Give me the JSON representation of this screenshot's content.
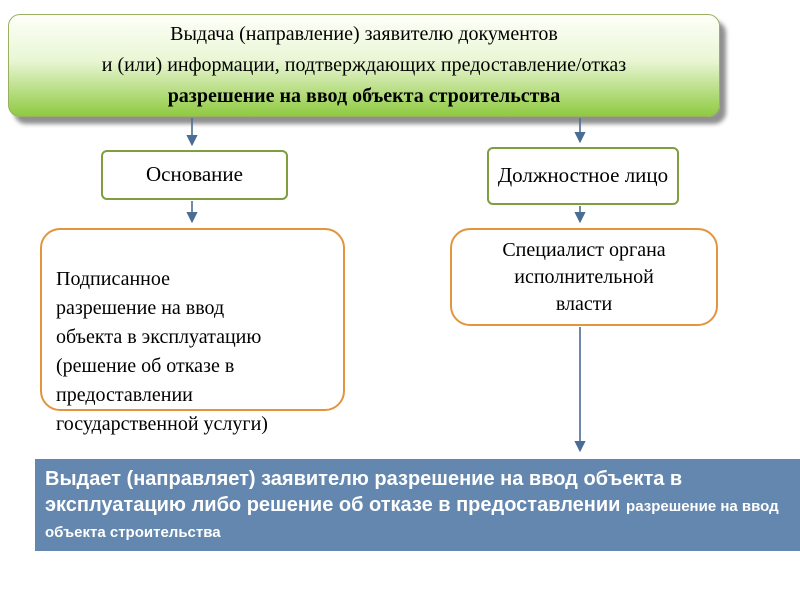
{
  "colors": {
    "title-border": "#98b060",
    "title-grad-top": "#fefff9",
    "title-grad-mid": "#e9f6d4",
    "title-grad-bottom": "#8fca41",
    "green-border": "#7e9e40",
    "orange-border": "#e2953d",
    "blue-bar-bg": "#6387ae",
    "arrow": "#4a6d96"
  },
  "title_box": {
    "line1": "Выдача (направление) заявителю документов",
    "line2": "и (или) информации, подтверждающих предоставление/отказ",
    "line3": "разрешение на ввод объекта строительства"
  },
  "left_column": {
    "header": "Основание",
    "body": "Подписанное\nразрешение на ввод\nобъекта в эксплуатацию\n(решение об отказе в\nпредоставлении\nгосударственной услуги)"
  },
  "right_column": {
    "header": "Должностное лицо",
    "body": "Специалист органа\nисполнительной\nвласти"
  },
  "bottom_bar": {
    "text_main": "Выдает (направляет) заявителю разрешение на ввод объекта в эксплуатацию либо решение об отказе в предоставлении ",
    "text_small": "разрешение на ввод объекта строительства"
  }
}
